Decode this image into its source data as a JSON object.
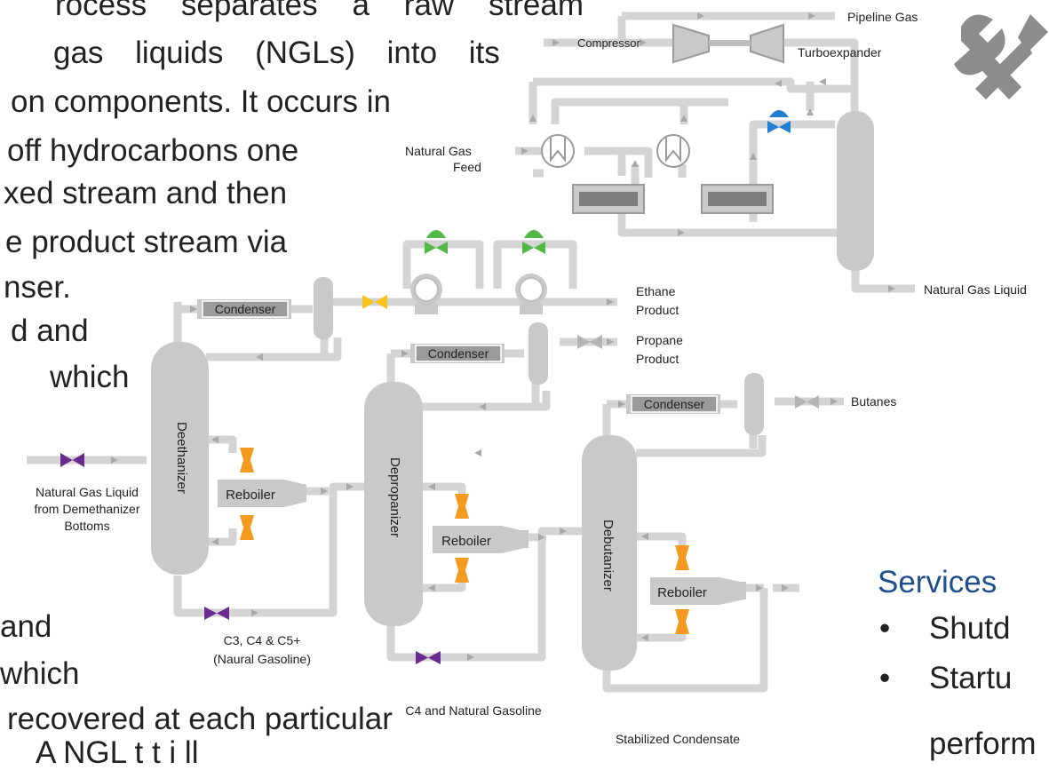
{
  "body_text": {
    "line1": "rocess separates a raw stream",
    "line2_left": "gas liquids (NGLs) into its",
    "line3": "on components. It occurs in",
    "line4": "off hydrocarbons one",
    "line5": "xed stream and  then",
    "line6": "e product stream via",
    "line7": "nser.",
    "line8": "d     and",
    "line9": "which",
    "line10": "and",
    "line11": "which",
    "line12": "recovered  at  each  particular",
    "line13": "A    NGL    t          t  i  ll"
  },
  "diagram": {
    "labels": {
      "pipeline_gas": "Pipeline Gas",
      "compressor": "Compressor",
      "turboexpander": "Turboexpander",
      "natural_gas_feed_1": "Natural Gas",
      "natural_gas_feed_2": "Feed",
      "natural_gas_liquid": "Natural Gas Liquid",
      "ethane_1": "Ethane",
      "ethane_2": "Product",
      "propane_1": "Propane",
      "propane_2": "Product",
      "butanes": "Butanes",
      "ngl_demeth_1": "Natural Gas Liquid",
      "ngl_demeth_2": "from Demethanizer",
      "ngl_demeth_3": "Bottoms",
      "c3c4c5_1": "C3, C4 & C5+",
      "c3c4c5_2": "(Naural Gasoline)",
      "c4_natgas": "C4 and Natural Gasoline",
      "stabilized_condensate": "Stabilized Condensate",
      "condenser": "Condenser",
      "reboiler": "Reboiler",
      "deethanizer": "Deethanizer",
      "depropanizer": "Depropanizer",
      "debutanizer": "Debutanizer"
    },
    "colors": {
      "pipe": "#d4d4d4",
      "vessel": "#c9c9c9",
      "arrow": "#a9a9a9",
      "valve_purple": "#6b2a8f",
      "valve_orange": "#f39a1f",
      "valve_yellow": "#f7c31b",
      "valve_green": "#52b848",
      "valve_blue": "#1f7fd1",
      "valve_gray": "#b3b3b3",
      "tools_icon": "#8c8c8c"
    },
    "icons": {
      "tools": "wrench-hammer-icon"
    }
  },
  "services": {
    "title": "Services",
    "items": [
      "Shutd",
      "Startu"
    ],
    "continuation": "perform"
  }
}
